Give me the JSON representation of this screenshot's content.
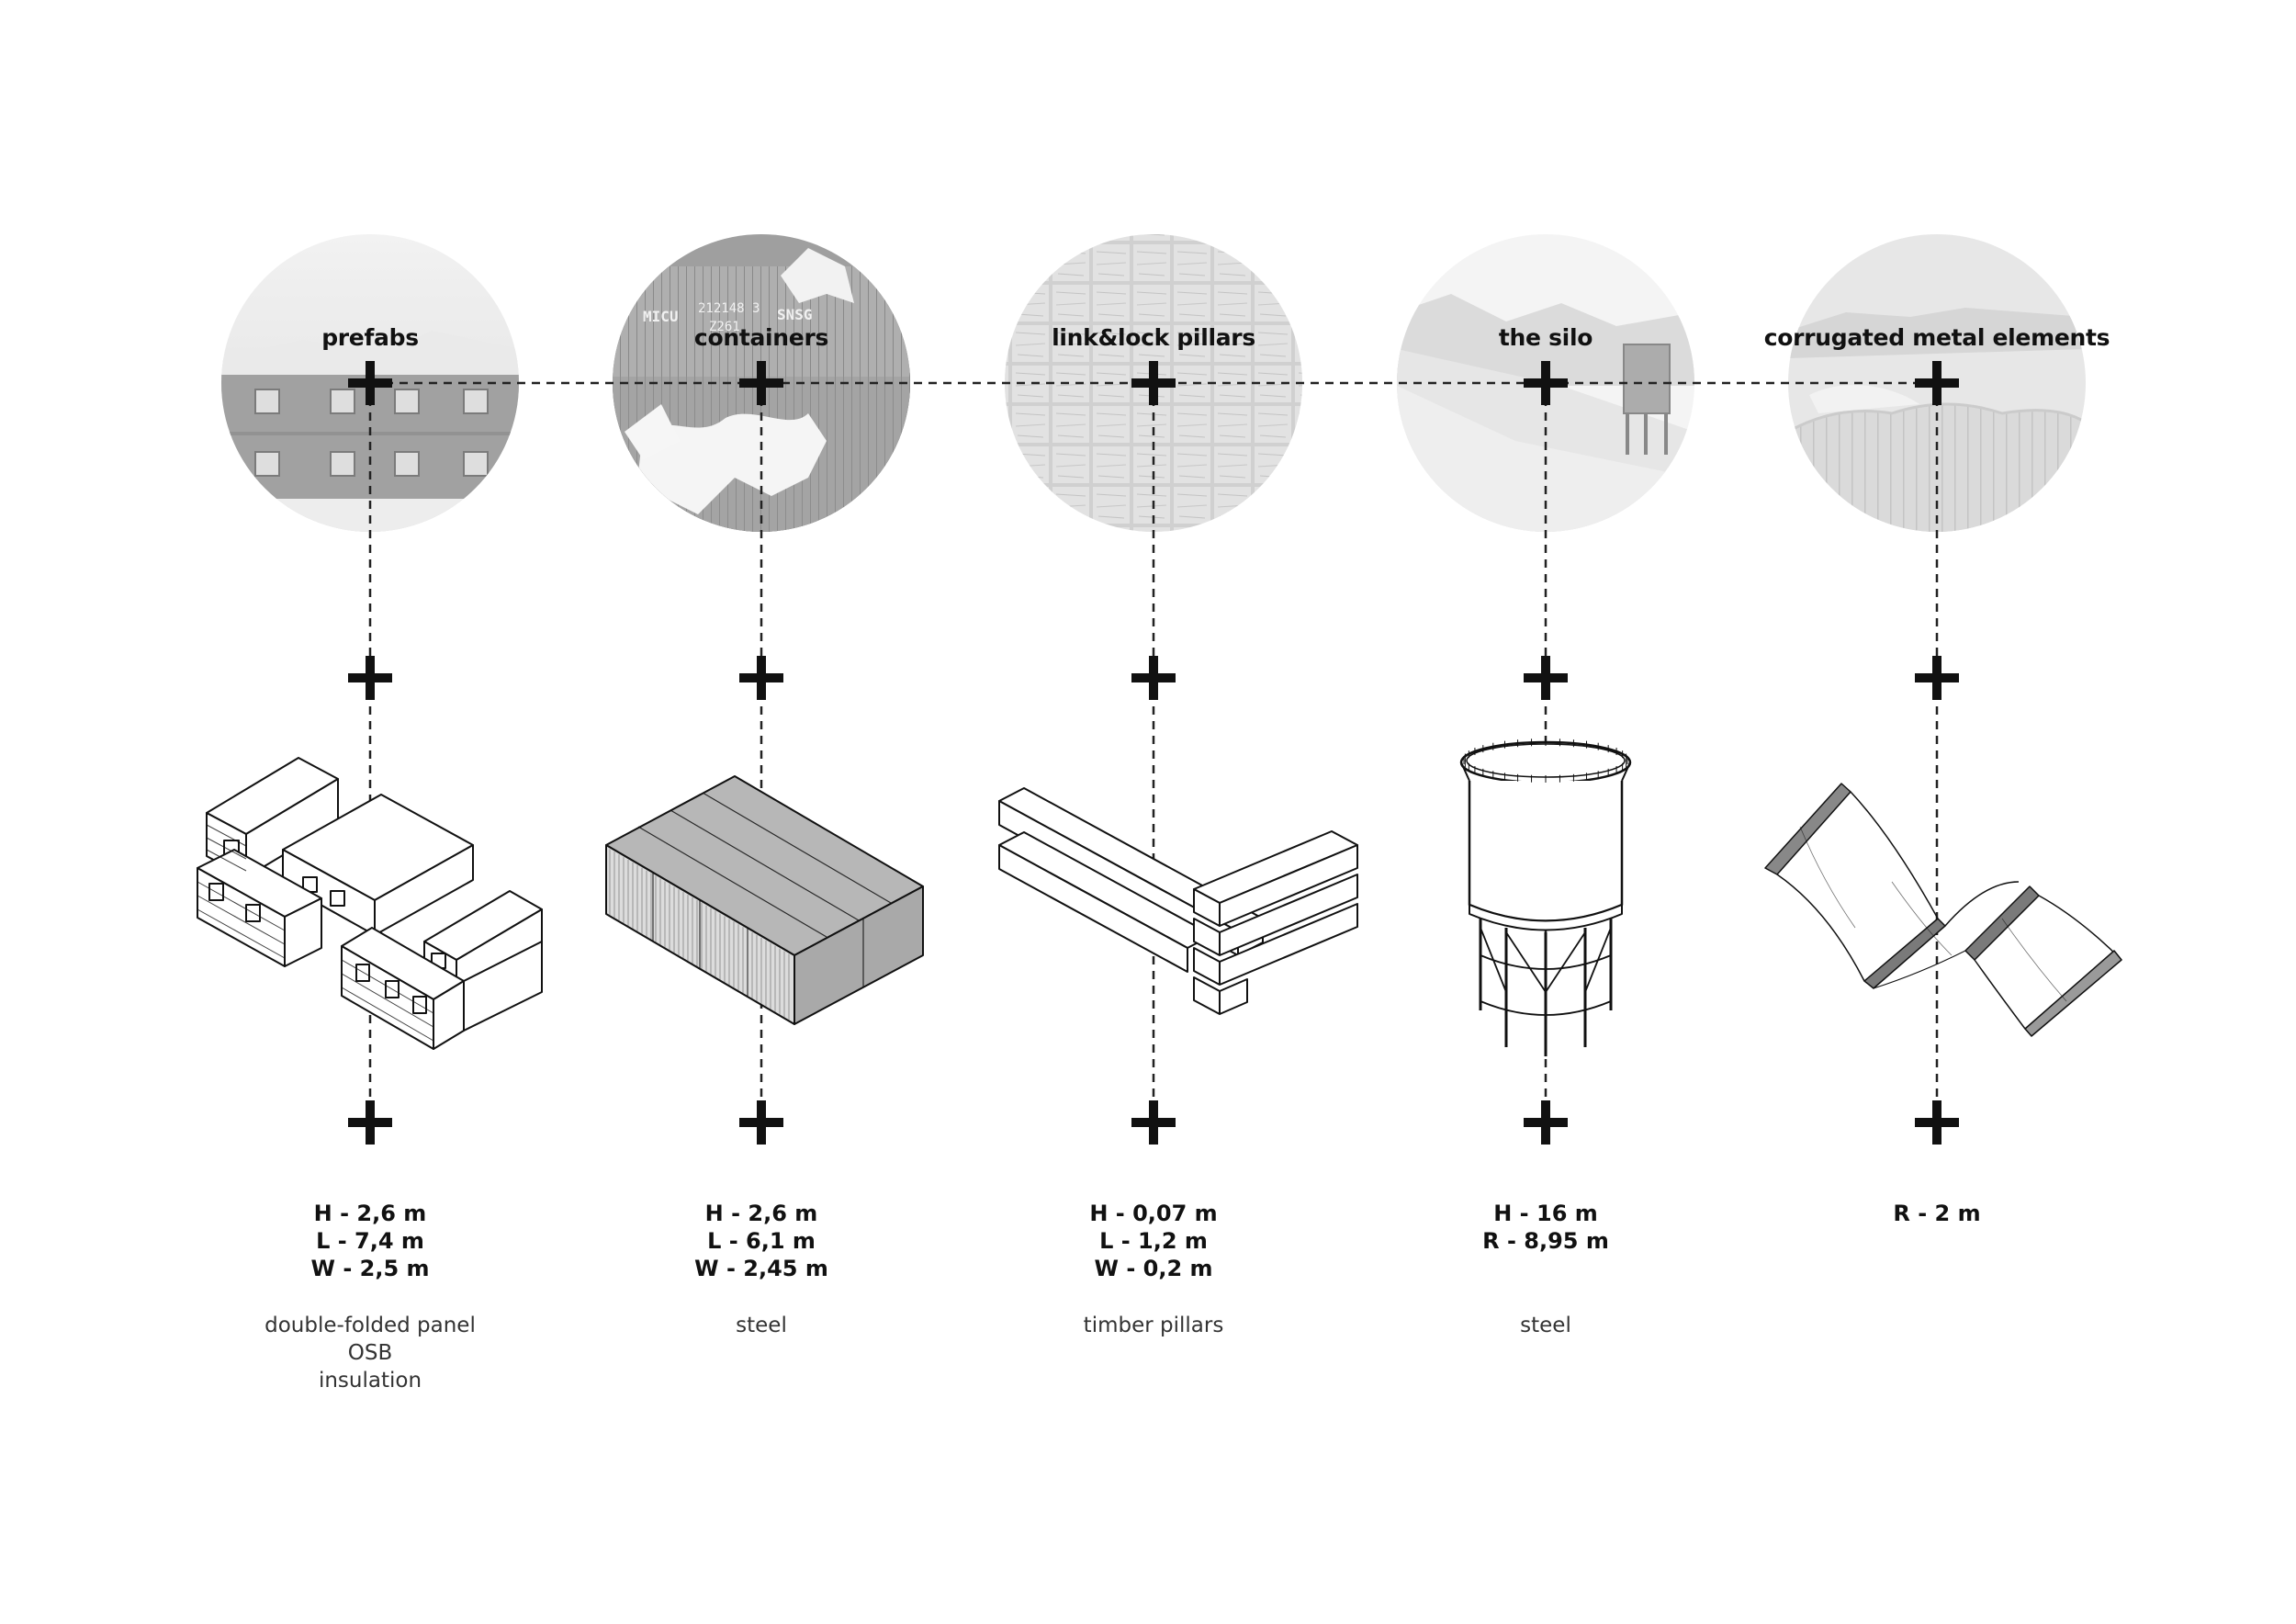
{
  "items": [
    {
      "id": "prefabs",
      "title": "prefabs",
      "dims": [
        "H - 2,6 m",
        "L - 7,4 m",
        "W - 2,5 m"
      ],
      "materials": [
        "double-folded panel",
        "OSB",
        "insulation"
      ]
    },
    {
      "id": "containers",
      "title": "containers",
      "dims": [
        "H - 2,6 m",
        "L - 6,1 m",
        "W - 2,45 m"
      ],
      "materials": [
        "steel"
      ]
    },
    {
      "id": "link-lock-pillars",
      "title": "link&lock pillars",
      "dims": [
        "H - 0,07 m",
        "L - 1,2 m",
        "W - 0,2 m"
      ],
      "materials": [
        "timber pillars"
      ]
    },
    {
      "id": "silo",
      "title": "the silo",
      "dims": [
        "H - 16 m",
        "R - 8,95 m"
      ],
      "materials": [
        "steel"
      ]
    },
    {
      "id": "corrugated",
      "title": "corrugated metal elements",
      "dims": [
        "R - 2 m"
      ],
      "materials": []
    }
  ],
  "colors": {
    "ink": "#111111",
    "photo_light": "#e8e8e8",
    "photo_dark": "#8a8a8a",
    "dashed": "#222222"
  }
}
